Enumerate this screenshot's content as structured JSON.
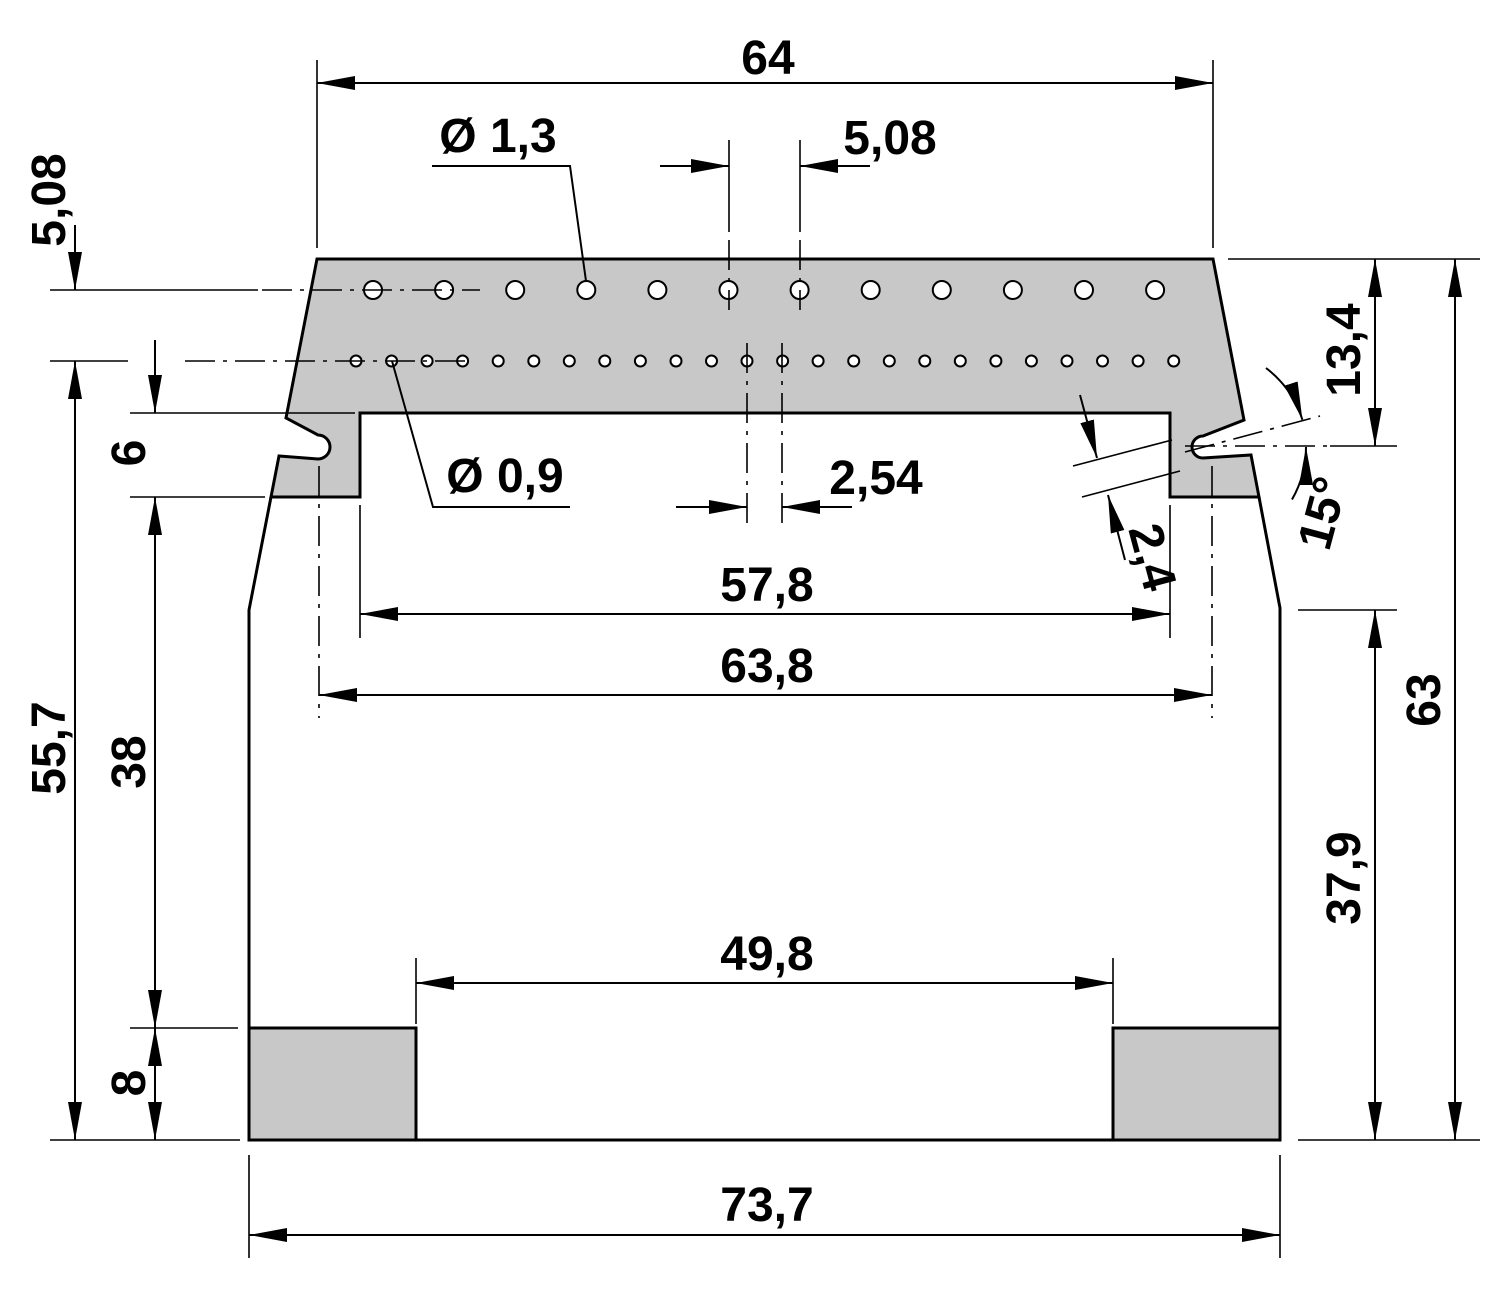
{
  "labels": {
    "overall_width_top": "64",
    "large_hole_diameter": "Ø 1,3",
    "large_hole_pitch": "5,08",
    "row_spacing": "5,08",
    "left_height": "55,7",
    "leg_height": "6",
    "inner_height": "38",
    "foot_height": "8",
    "small_hole_diameter": "Ø 0,9",
    "small_hole_pitch": "2,54",
    "inner_width": "57,8",
    "slot_spacing": "63,8",
    "foot_gap": "49,8",
    "base_width": "73,7",
    "slot_height": "13,4",
    "total_height": "63",
    "lower_height": "37,9",
    "slot_width": "2,4",
    "slot_angle": "15°"
  },
  "colors": {
    "part_fill": "#c8c8c8",
    "line": "#000000",
    "background": "#ffffff"
  }
}
